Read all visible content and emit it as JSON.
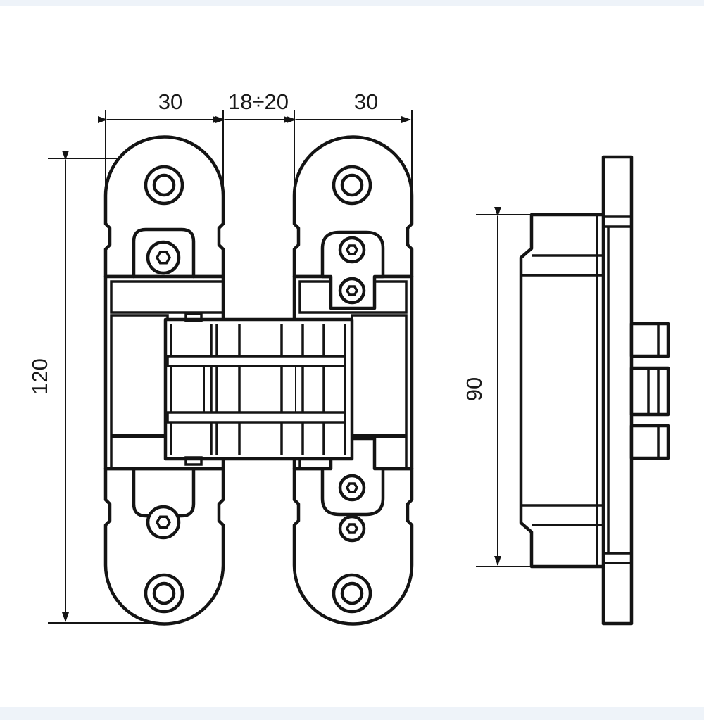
{
  "dimensions": {
    "top_left_width": "30",
    "top_gap": "18÷20",
    "top_right_width": "30",
    "overall_height": "120",
    "side_height": "90"
  },
  "colors": {
    "background": "#eef3f9",
    "paper": "#ffffff",
    "line": "#141414"
  }
}
